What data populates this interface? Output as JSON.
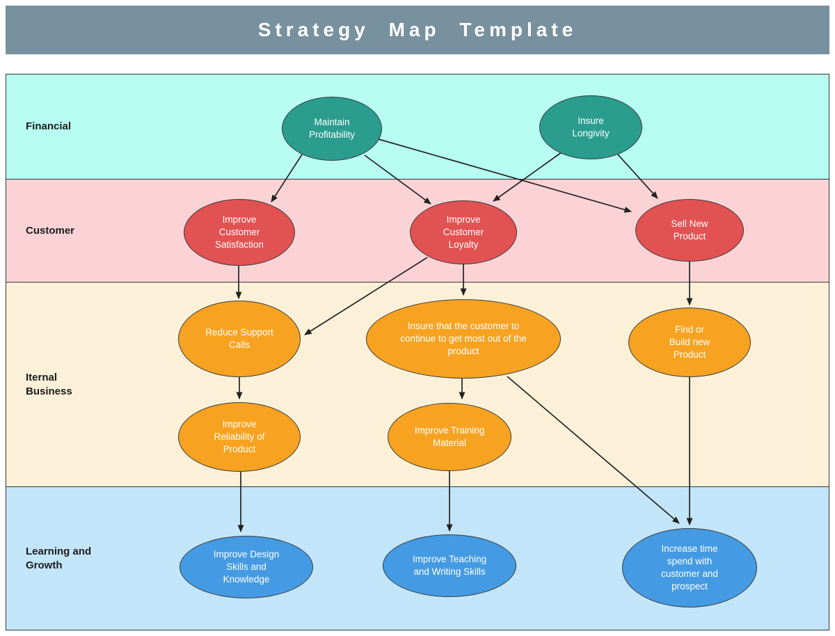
{
  "header": {
    "title": "Strategy Map Template"
  },
  "bands": {
    "financial": {
      "label": "Financial",
      "color": "#b7fdf2"
    },
    "customer": {
      "label": "Customer",
      "color": "#fbd3d6"
    },
    "internal": {
      "label": "Iternal Business",
      "color": "#fbf1d9"
    },
    "learning": {
      "label": "Learning and Growth",
      "color": "#c2e5fa"
    }
  },
  "palette": {
    "header_bg": "#78919e",
    "financial_node": "#2a9d8f",
    "customer_node": "#e25252",
    "internal_node": "#f7a321",
    "learning_node": "#449be3",
    "arrow": "#222222",
    "node_border": "#3a3a3a"
  },
  "nodes": {
    "maintain_profitability": {
      "label": "Maintain Profitability",
      "band": "financial"
    },
    "insure_longivity": {
      "label": "Insure Longivity",
      "band": "financial"
    },
    "improve_customer_satisfaction": {
      "label": "Improve Customer Satisfaction",
      "band": "customer"
    },
    "improve_customer_loyalty": {
      "label": "Improve Customer Loyalty",
      "band": "customer"
    },
    "sell_new_product": {
      "label": "Sell New Product",
      "band": "customer"
    },
    "reduce_support_calls": {
      "label": "Reduce Support Calls",
      "band": "internal"
    },
    "insure_customer_gets_most": {
      "label": "Insure that the customer to continue to get most out of the product",
      "band": "internal"
    },
    "find_or_build_new_product": {
      "label": "Find or Build new Product",
      "band": "internal"
    },
    "improve_reliability": {
      "label": "Improve Reliability of Product",
      "band": "internal"
    },
    "improve_training_material": {
      "label": "Improve Training Material",
      "band": "internal"
    },
    "improve_design_skills": {
      "label": "Improve Design Skills and Knowledge",
      "band": "learning"
    },
    "improve_teaching_writing": {
      "label": "Improve Teaching and Writing Skills",
      "band": "learning"
    },
    "increase_time_customer": {
      "label": "Increase time spend with customer and prospect",
      "band": "learning"
    }
  },
  "edges": [
    {
      "from": "maintain_profitability",
      "to": "improve_customer_satisfaction"
    },
    {
      "from": "maintain_profitability",
      "to": "improve_customer_loyalty"
    },
    {
      "from": "maintain_profitability",
      "to": "sell_new_product"
    },
    {
      "from": "insure_longivity",
      "to": "improve_customer_loyalty"
    },
    {
      "from": "insure_longivity",
      "to": "sell_new_product"
    },
    {
      "from": "improve_customer_satisfaction",
      "to": "reduce_support_calls"
    },
    {
      "from": "improve_customer_loyalty",
      "to": "reduce_support_calls"
    },
    {
      "from": "improve_customer_loyalty",
      "to": "insure_customer_gets_most"
    },
    {
      "from": "sell_new_product",
      "to": "find_or_build_new_product"
    },
    {
      "from": "reduce_support_calls",
      "to": "improve_reliability"
    },
    {
      "from": "insure_customer_gets_most",
      "to": "improve_training_material"
    },
    {
      "from": "insure_customer_gets_most",
      "to": "increase_time_customer"
    },
    {
      "from": "find_or_build_new_product",
      "to": "increase_time_customer"
    },
    {
      "from": "improve_reliability",
      "to": "improve_design_skills"
    },
    {
      "from": "improve_training_material",
      "to": "improve_teaching_writing"
    }
  ]
}
